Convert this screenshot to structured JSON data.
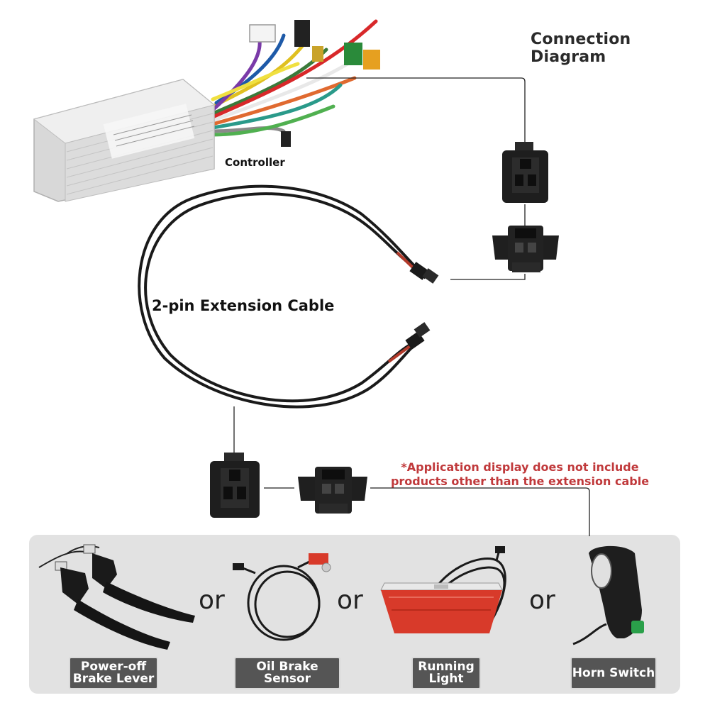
{
  "title": "Connection Diagram",
  "controller_label": "Controller",
  "cable_label": "2-pin Extension Cable",
  "note": "*Application display does not include products other than the extension cable",
  "or_word": "or",
  "applications": [
    {
      "label_line1": "Power-off",
      "label_line2": "Brake Lever"
    },
    {
      "label_line1": "Oil Brake",
      "label_line2": "Sensor"
    },
    {
      "label_line1": "Running",
      "label_line2": "Light"
    },
    {
      "label_line1": "Horn Switch",
      "label_line2": ""
    }
  ],
  "colors": {
    "note": "#c0393b",
    "label_bg": "#555555",
    "panel_bg": "#e2e2e2",
    "light_red": "#d83a2a"
  }
}
